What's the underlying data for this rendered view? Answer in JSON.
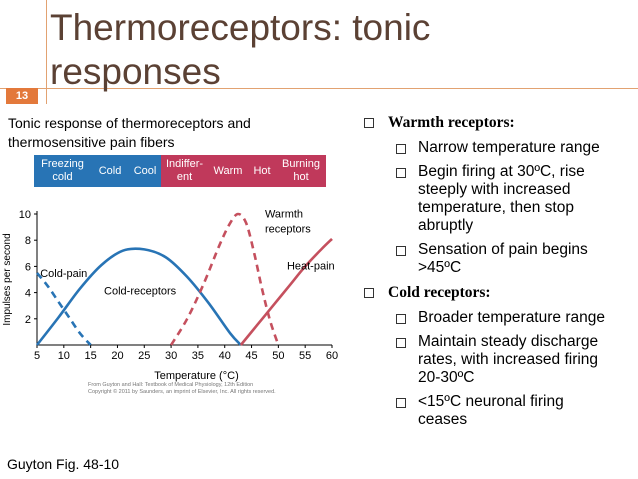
{
  "slide": {
    "title_line1": "Thermoreceptors: tonic",
    "title_line2": "responses",
    "number": "13",
    "caption_line1": "Tonic response of thermoreceptors and",
    "caption_line2": "thermosensitive pain fibers",
    "source": "Guyton Fig. 48-10",
    "credit_line1": "From Guyton and Hall: Textbook of Medical Physiology, 12th Edition",
    "credit_line2": "Copyright © 2011 by Saunders, an imprint of Elsevier, Inc. All rights reserved."
  },
  "temperature_bands": [
    {
      "label_line1": "Freezing",
      "label_line2": "cold",
      "color": "#2874b5"
    },
    {
      "label_line1": "Cold",
      "label_line2": "",
      "color": "#2874b5"
    },
    {
      "label_line1": "Cool",
      "label_line2": "",
      "color": "#2874b5"
    },
    {
      "label_line1": "Indiffer-",
      "label_line2": "ent",
      "color": "#c0395b"
    },
    {
      "label_line1": "Warm",
      "label_line2": "",
      "color": "#c0395b"
    },
    {
      "label_line1": "Hot",
      "label_line2": "",
      "color": "#c0395b"
    },
    {
      "label_line1": "Burning",
      "label_line2": "hot",
      "color": "#c0395b"
    }
  ],
  "chart_data": {
    "type": "line",
    "xlabel": "Temperature (°C)",
    "ylabel": "Impulses per second",
    "xlim": [
      5,
      60
    ],
    "ylim": [
      0,
      10
    ],
    "xticks": [
      5,
      10,
      15,
      20,
      25,
      30,
      35,
      40,
      45,
      50,
      55,
      60
    ],
    "yticks": [
      2,
      4,
      6,
      8,
      10
    ],
    "grid": false,
    "series": [
      {
        "name": "Cold-pain",
        "color": "#2874b5",
        "dashed": true,
        "x": [
          5,
          7,
          9,
          11,
          13,
          15
        ],
        "y": [
          5.5,
          4.5,
          3.3,
          2.1,
          0.9,
          0
        ]
      },
      {
        "name": "Cold-receptors",
        "color": "#2874b5",
        "dashed": false,
        "x": [
          5,
          9,
          13,
          17,
          21,
          25,
          29,
          33,
          37,
          41,
          43
        ],
        "y": [
          0,
          2.1,
          4.3,
          6.1,
          7.2,
          7.3,
          6.7,
          5.2,
          3.2,
          0.9,
          0
        ]
      },
      {
        "name": "Warmth receptors",
        "color": "#c5505e",
        "dashed": true,
        "x": [
          30,
          33,
          36,
          39,
          41,
          42.5,
          44,
          45.5,
          47,
          48.5,
          50
        ],
        "y": [
          0,
          2.0,
          4.6,
          7.6,
          9.3,
          10,
          9.3,
          7.0,
          4.2,
          1.8,
          0
        ]
      },
      {
        "name": "Heat-pain",
        "color": "#c5505e",
        "dashed": false,
        "x": [
          43,
          46,
          49,
          52,
          55,
          58,
          60
        ],
        "y": [
          0,
          1.5,
          3.0,
          4.5,
          6.0,
          7.3,
          8.1
        ]
      }
    ],
    "annotations": [
      {
        "text": "Cold-pain"
      },
      {
        "text": "Cold-receptors"
      },
      {
        "text_line1": "Warmth",
        "text_line2": "receptors"
      },
      {
        "text": "Heat-pain"
      }
    ]
  },
  "bullets": {
    "warmth_heading": "Warmth receptors:",
    "warmth_items": [
      {
        "line1": "Narrow temperature range",
        "line2": "",
        "line3": ""
      },
      {
        "line1": "Begin firing at 30ºC, rise",
        "line2": "steeply with increased",
        "line3": "temperature, then stop",
        "line4": "abruptly"
      },
      {
        "line1": "Sensation of pain begins",
        "line2": ">45ºC"
      }
    ],
    "cold_heading": "Cold receptors:",
    "cold_items": [
      {
        "line1": "Broader temperature range"
      },
      {
        "line1": "Maintain steady discharge",
        "line2": "rates, with increased firing",
        "line3": "20-30ºC"
      },
      {
        "line1": "<15ºC neuronal firing",
        "line2": "ceases"
      }
    ]
  }
}
